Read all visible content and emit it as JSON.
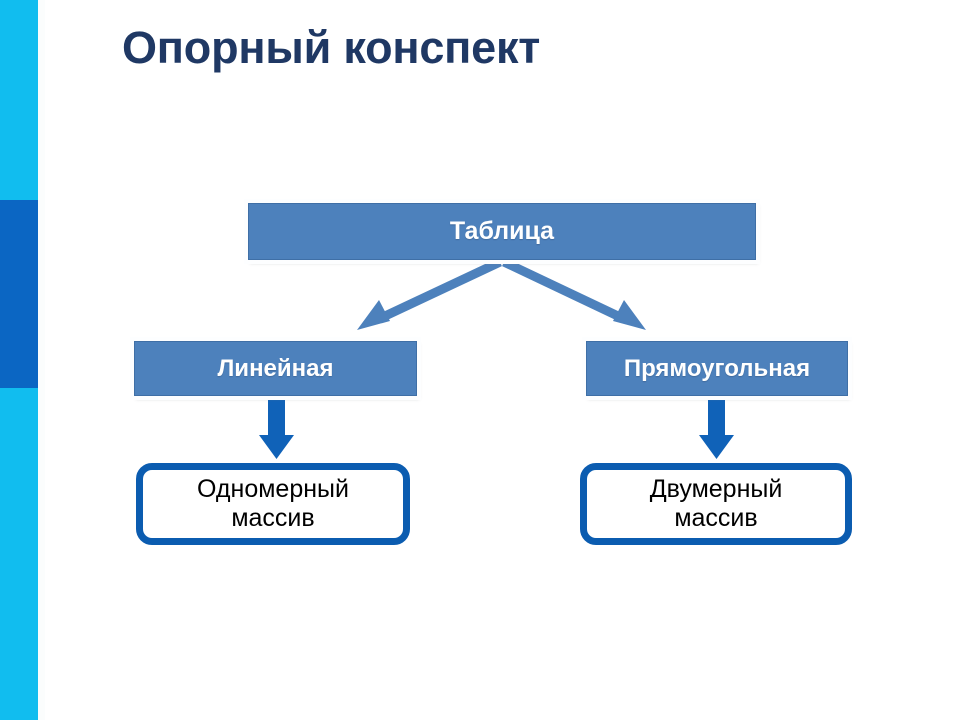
{
  "slide": {
    "title": "Опорный конспект",
    "title_color": "#1f3864",
    "background_color": "#ffffff"
  },
  "sidebar": {
    "name": "decorative-stripe",
    "segments": [
      {
        "name": "stripe-top",
        "color": "#11bdef"
      },
      {
        "name": "stripe-middle",
        "color": "#0b66c3"
      },
      {
        "name": "stripe-bottom",
        "color": "#11bdef"
      }
    ]
  },
  "chart_data": {
    "type": "diagram",
    "title": "Опорный конспект",
    "layout": "tree",
    "nodes": [
      {
        "id": "tablica",
        "label": "Таблица",
        "shape": "rectangle",
        "fill": "#4d81bc",
        "text_color": "#ffffff",
        "level": 0
      },
      {
        "id": "linear",
        "label": "Линейная",
        "shape": "rectangle",
        "fill": "#4d81bc",
        "text_color": "#ffffff",
        "level": 1
      },
      {
        "id": "rect2d",
        "label": "Прямоугольная",
        "shape": "rectangle",
        "fill": "#4d81bc",
        "text_color": "#ffffff",
        "level": 1
      },
      {
        "id": "arr1d",
        "label": "Одномерный массив",
        "shape": "rounded-rectangle",
        "fill": "#ffffff",
        "text_color": "#000000",
        "border_color": "#0b5cb0",
        "level": 2
      },
      {
        "id": "arr2d",
        "label": "Двумерный массив",
        "shape": "rounded-rectangle",
        "fill": "#ffffff",
        "text_color": "#000000",
        "border_color": "#0b5cb0",
        "level": 2
      }
    ],
    "edges": [
      {
        "from": "tablica",
        "to": "linear",
        "style": "diagonal-arrow",
        "color": "#4d81bc"
      },
      {
        "from": "tablica",
        "to": "rect2d",
        "style": "diagonal-arrow",
        "color": "#4d81bc"
      },
      {
        "from": "linear",
        "to": "arr1d",
        "style": "vertical-block-arrow",
        "color": "#1062b8"
      },
      {
        "from": "rect2d",
        "to": "arr2d",
        "style": "vertical-block-arrow",
        "color": "#1062b8"
      }
    ]
  },
  "nodes": {
    "tablica": {
      "label": "Таблица"
    },
    "linear": {
      "label": "Линейная"
    },
    "rect2d": {
      "label": "Прямоугольная"
    },
    "arr1d": {
      "line1": "Одномерный",
      "line2": "массив"
    },
    "arr2d": {
      "line1": "Двумерный",
      "line2": "массив"
    }
  }
}
